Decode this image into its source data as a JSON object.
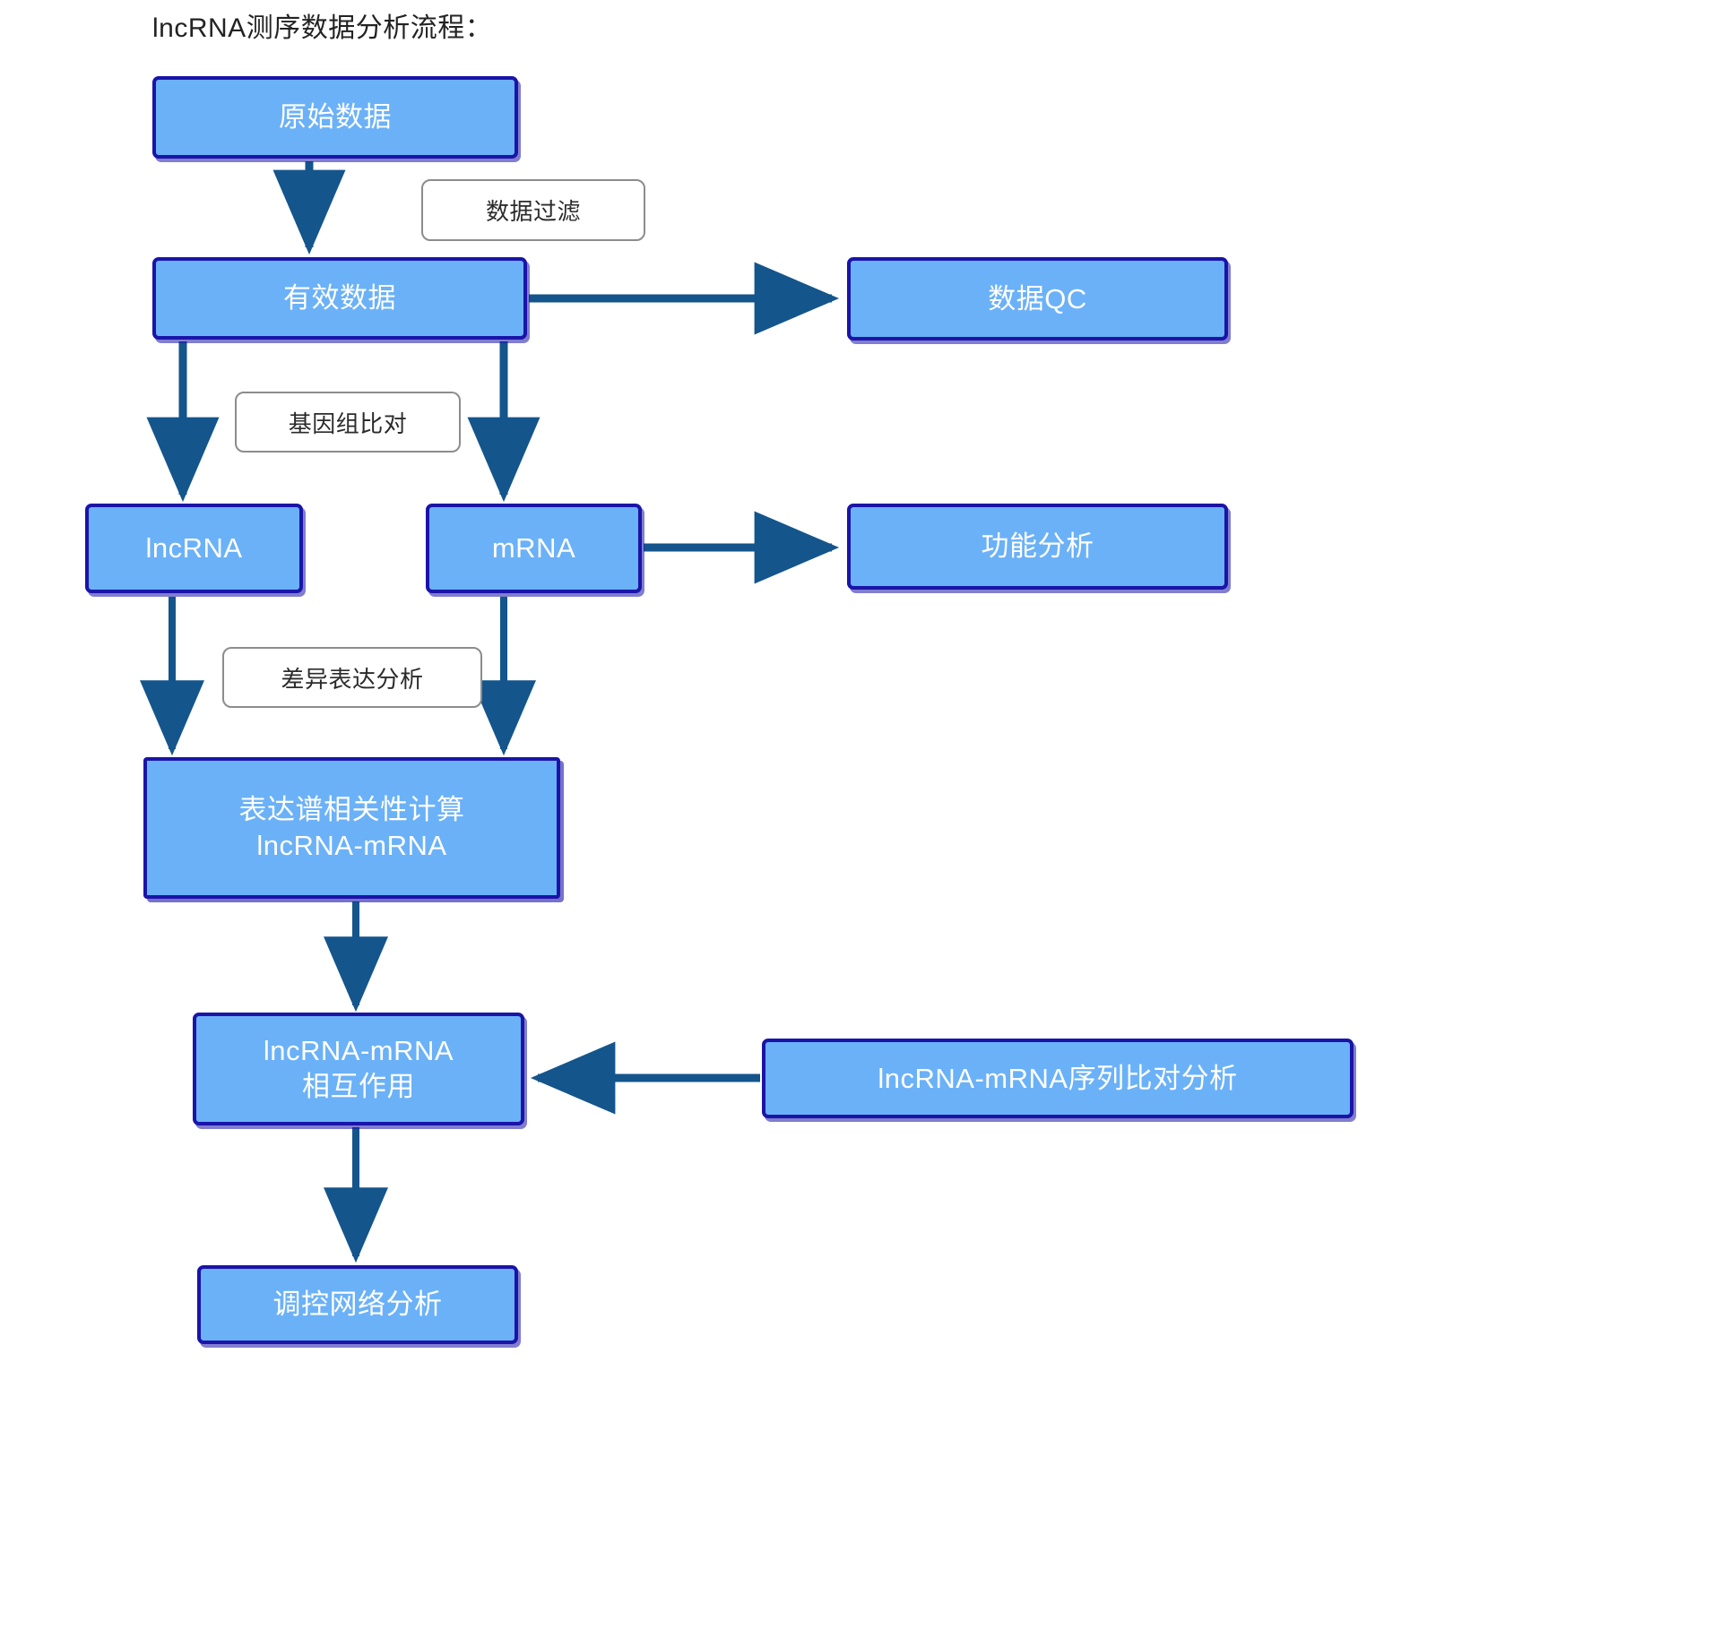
{
  "title": "lncRNA测序数据分析流程：",
  "colors": {
    "node_fill": "#6BB1F7",
    "node_border": "#1A14A8",
    "node_text": "#FFFFFF",
    "edge": "#14558C",
    "chip_border": "#8C8C8C",
    "chip_text": "#2B2B2B",
    "background": "#FFFFFF"
  },
  "nodes": [
    {
      "id": "raw_data",
      "label": "原始数据"
    },
    {
      "id": "valid_data",
      "label": "有效数据"
    },
    {
      "id": "data_qc",
      "label": "数据QC"
    },
    {
      "id": "lncrna",
      "label": "lncRNA"
    },
    {
      "id": "mrna",
      "label": "mRNA"
    },
    {
      "id": "function_analysis",
      "label": "功能分析"
    },
    {
      "id": "correlation",
      "label": "表达谱相关性计算\nlncRNA-mRNA"
    },
    {
      "id": "interaction",
      "label": "lncRNA-mRNA\n相互作用"
    },
    {
      "id": "seq_alignment",
      "label": "lncRNA-mRNA序列比对分析"
    },
    {
      "id": "network",
      "label": "调控网络分析"
    }
  ],
  "edge_labels": [
    {
      "id": "data_filter",
      "label": "数据过滤"
    },
    {
      "id": "genome_alignment",
      "label": "基因组比对"
    },
    {
      "id": "diff_expression",
      "label": "差异表达分析"
    }
  ],
  "chart_data": {
    "type": "diagram",
    "title": "lncRNA测序数据分析流程：",
    "nodes": [
      "原始数据",
      "有效数据",
      "数据QC",
      "lncRNA",
      "mRNA",
      "功能分析",
      "表达谱相关性计算 lncRNA-mRNA",
      "lncRNA-mRNA 相互作用",
      "lncRNA-mRNA序列比对分析",
      "调控网络分析"
    ],
    "edges": [
      {
        "from": "原始数据",
        "to": "有效数据",
        "label": "数据过滤"
      },
      {
        "from": "有效数据",
        "to": "数据QC",
        "label": ""
      },
      {
        "from": "有效数据",
        "to": "lncRNA",
        "label": "基因组比对"
      },
      {
        "from": "有效数据",
        "to": "mRNA",
        "label": "基因组比对"
      },
      {
        "from": "mRNA",
        "to": "功能分析",
        "label": ""
      },
      {
        "from": "lncRNA",
        "to": "表达谱相关性计算 lncRNA-mRNA",
        "label": "差异表达分析"
      },
      {
        "from": "mRNA",
        "to": "表达谱相关性计算 lncRNA-mRNA",
        "label": "差异表达分析"
      },
      {
        "from": "表达谱相关性计算 lncRNA-mRNA",
        "to": "lncRNA-mRNA 相互作用",
        "label": ""
      },
      {
        "from": "lncRNA-mRNA序列比对分析",
        "to": "lncRNA-mRNA 相互作用",
        "label": ""
      },
      {
        "from": "lncRNA-mRNA 相互作用",
        "to": "调控网络分析",
        "label": ""
      }
    ]
  }
}
